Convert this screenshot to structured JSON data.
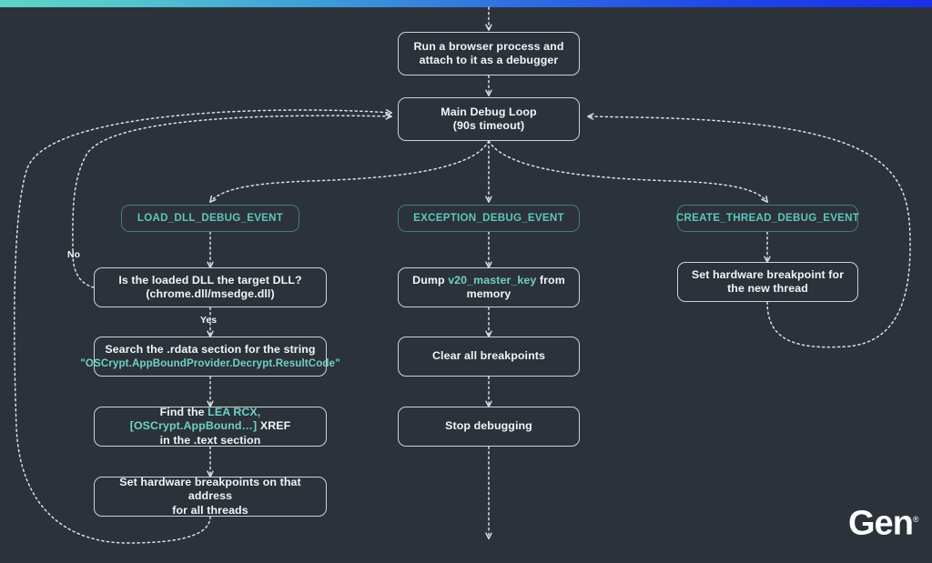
{
  "theme": {
    "background": "#2b323a",
    "node_border": "#c9d2da",
    "node_text": "#f2f5f7",
    "event_border": "#3f7f78",
    "event_text": "#5fc6bb",
    "code_text": "#73cfc6",
    "edge_color": "#d8dfe6",
    "topbar_gradient_from": "#5fd3c4",
    "topbar_gradient_to": "#1a2fe8"
  },
  "branding": {
    "logo_text": "Gen",
    "logo_trademark": "®"
  },
  "diagram": {
    "type": "flowchart",
    "orientation": "top-down",
    "nodes": [
      {
        "id": "start",
        "kind": "process",
        "line1": "Run a browser process and",
        "line2": "attach to it as a debugger"
      },
      {
        "id": "loop",
        "kind": "process",
        "line1": "Main Debug  Loop",
        "line2": "(90s timeout)"
      },
      {
        "id": "ev_load_dll",
        "kind": "event",
        "line1": "LOAD_DLL_DEBUG_EVENT",
        "line2": ""
      },
      {
        "id": "ev_exception",
        "kind": "event",
        "line1": "EXCEPTION_DEBUG_EVENT",
        "line2": ""
      },
      {
        "id": "ev_create_th",
        "kind": "event",
        "line1": "CREATE_THREAD_DEBUG_EVENT",
        "line2": ""
      },
      {
        "id": "is_target",
        "kind": "process",
        "line1": "Is the loaded DLL the target DLL?",
        "line2": "(chrome.dll/msedge.dll)"
      },
      {
        "id": "search_rdata",
        "kind": "process",
        "line1": "Search the .rdata section for the string",
        "line2": "\"OSCrypt.AppBoundProvider.Decrypt.ResultCode\""
      },
      {
        "id": "find_xref",
        "kind": "process",
        "line1_a": "Find the ",
        "line1_code": "LEA RCX, [OSCrypt.AppBound…]",
        "line1_b": " XREF",
        "line2": "in the .text section"
      },
      {
        "id": "set_hwbp_all",
        "kind": "process",
        "line1": "Set hardware breakpoints on that address",
        "line2": "for all threads"
      },
      {
        "id": "dump_key",
        "kind": "process",
        "line1_a": "Dump ",
        "line1_code": "v20_master_key",
        "line1_b": " from",
        "line2": "memory"
      },
      {
        "id": "clear_bp",
        "kind": "process",
        "line1": "Clear all breakpoints",
        "line2": ""
      },
      {
        "id": "stop_dbg",
        "kind": "process",
        "line1": "Stop debugging",
        "line2": ""
      },
      {
        "id": "set_hwbp_new",
        "kind": "process",
        "line1": "Set hardware breakpoint for",
        "line2": "the new thread"
      }
    ],
    "edge_labels": [
      {
        "id": "no",
        "text": "No"
      },
      {
        "id": "yes",
        "text": "Yes"
      }
    ],
    "edges": [
      {
        "from": "entry",
        "to": "start",
        "label": ""
      },
      {
        "from": "start",
        "to": "loop",
        "label": ""
      },
      {
        "from": "loop",
        "to": "ev_load_dll",
        "label": ""
      },
      {
        "from": "loop",
        "to": "ev_exception",
        "label": ""
      },
      {
        "from": "loop",
        "to": "ev_create_th",
        "label": ""
      },
      {
        "from": "ev_load_dll",
        "to": "is_target",
        "label": ""
      },
      {
        "from": "is_target",
        "to": "search_rdata",
        "label": "Yes"
      },
      {
        "from": "is_target",
        "to": "loop",
        "label": "No"
      },
      {
        "from": "search_rdata",
        "to": "find_xref",
        "label": ""
      },
      {
        "from": "find_xref",
        "to": "set_hwbp_all",
        "label": ""
      },
      {
        "from": "set_hwbp_all",
        "to": "loop",
        "label": ""
      },
      {
        "from": "ev_exception",
        "to": "dump_key",
        "label": ""
      },
      {
        "from": "dump_key",
        "to": "clear_bp",
        "label": ""
      },
      {
        "from": "clear_bp",
        "to": "stop_dbg",
        "label": ""
      },
      {
        "from": "stop_dbg",
        "to": "exit",
        "label": ""
      },
      {
        "from": "ev_create_th",
        "to": "set_hwbp_new",
        "label": ""
      },
      {
        "from": "set_hwbp_new",
        "to": "loop",
        "label": ""
      }
    ]
  }
}
